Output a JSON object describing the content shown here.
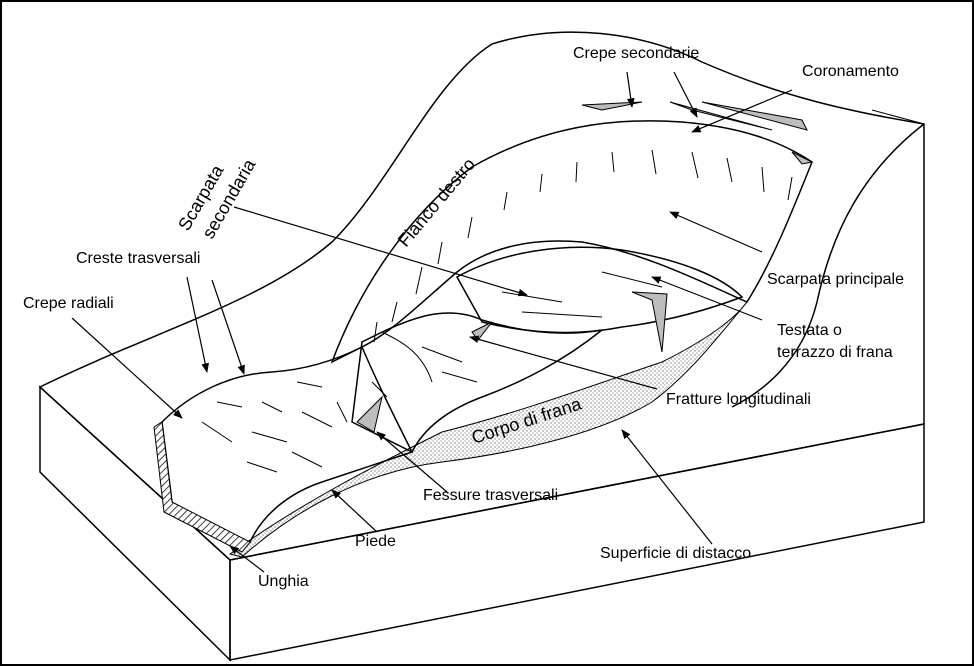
{
  "labels": {
    "crepe_secondarie": "Crepe secondarie",
    "coronamento": "Coronamento",
    "scarpata_secondaria_1": "Scarpata",
    "scarpata_secondaria_2": "secondaria",
    "fianco_destro": "Fianco destro",
    "creste_trasversali": "Creste trasversali",
    "crepe_radiali": "Crepe radiali",
    "scarpata_principale": "Scarpata principale",
    "testata_1": "Testata o",
    "testata_2": "terrazzo di frana",
    "fratture_longitudinali": "Fratture longitudinali",
    "corpo_di_frana": "Corpo di frana",
    "fessure_trasversali": "Fessure trasversali",
    "piede": "Piede",
    "superficie_di_distacco": "Superficie di distacco",
    "unghia": "Unghia"
  },
  "colors": {
    "stroke": "#000000",
    "stipple": "#bdbdbd",
    "background": "#ffffff"
  }
}
